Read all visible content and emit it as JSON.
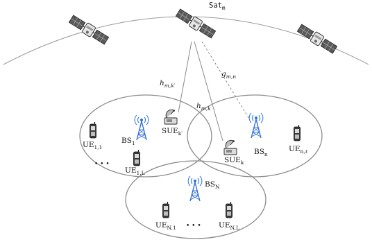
{
  "satellite_label": {
    "base": "Sat",
    "sub": "m"
  },
  "channel_labels": {
    "h_mk_prime": {
      "base": "h",
      "sub": "m,k′"
    },
    "h_mk": {
      "base": "h",
      "sub": "m,k"
    },
    "g_mn": {
      "base": "g",
      "sub": "m,n"
    }
  },
  "base_stations": [
    {
      "id": "bs1",
      "base": "BS",
      "sub": "1"
    },
    {
      "id": "bsn",
      "base": "BS",
      "sub": "n"
    },
    {
      "id": "bsN",
      "base": "BS",
      "sub": "N"
    }
  ],
  "satellite_users": [
    {
      "id": "sue_kprime",
      "base": "SUE",
      "sub": "k′"
    },
    {
      "id": "sue_k",
      "base": "SUE",
      "sub": "k"
    }
  ],
  "user_equipment": [
    {
      "id": "ue11",
      "base": "UE",
      "sub": "1,1"
    },
    {
      "id": "ue1L",
      "base": "UE",
      "sub": "1,L"
    },
    {
      "id": "uenl",
      "base": "UE",
      "sub": "n,ℓ"
    },
    {
      "id": "ueN1",
      "base": "UE",
      "sub": "N,1"
    },
    {
      "id": "ueNL",
      "base": "UE",
      "sub": "N,L"
    }
  ],
  "ellipsis": "•   •   •",
  "colors": {
    "tower": "#2f6fd6",
    "wave": "#3b7ee0",
    "line": "#8a8a8a",
    "cell": "#8c8c8c",
    "orbit": "#9a9a9a"
  }
}
